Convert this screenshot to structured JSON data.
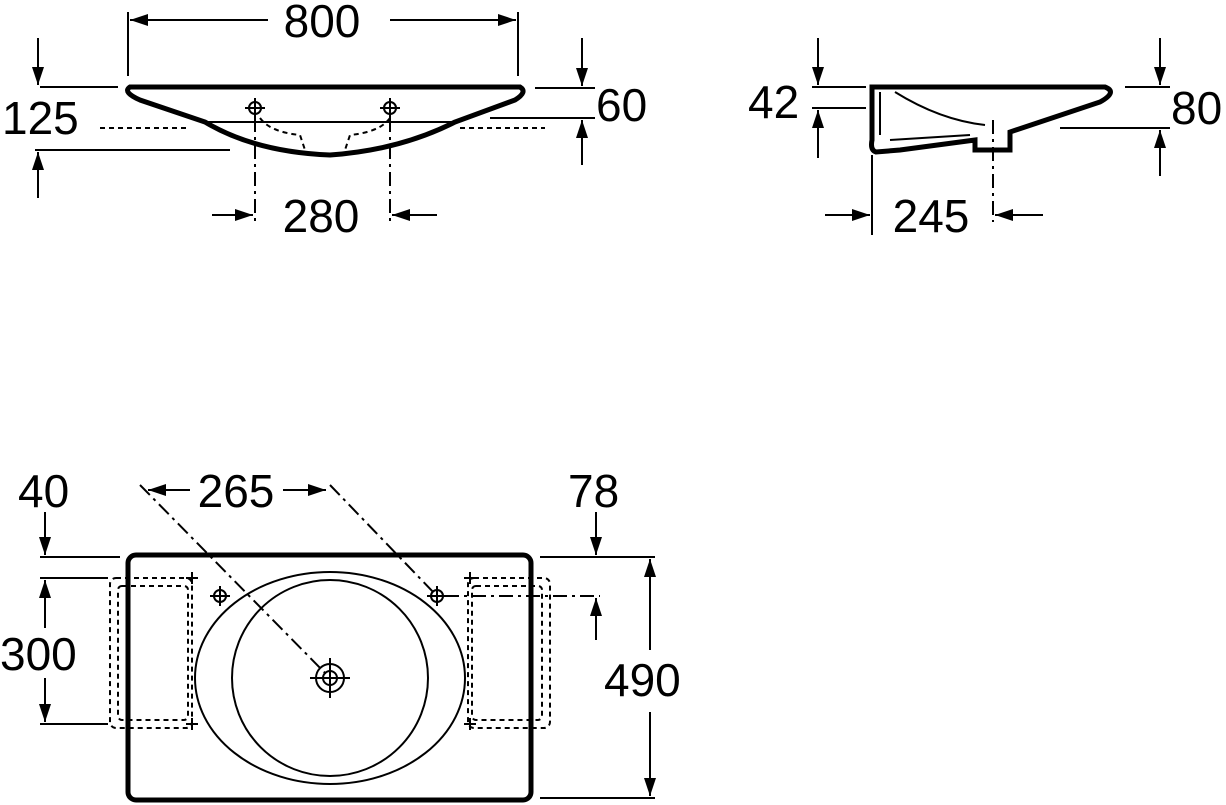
{
  "front_view": {
    "width_label": "800",
    "height_label": "125",
    "rim_label": "60",
    "hole_spacing_label": "280"
  },
  "side_view": {
    "top_label": "42",
    "height_label": "80",
    "depth_label": "245"
  },
  "plan_view": {
    "left_offset_label": "40",
    "tap_spacing_label": "265",
    "right_offset_label": "78",
    "bracket_spacing_label": "300",
    "depth_label": "490"
  }
}
